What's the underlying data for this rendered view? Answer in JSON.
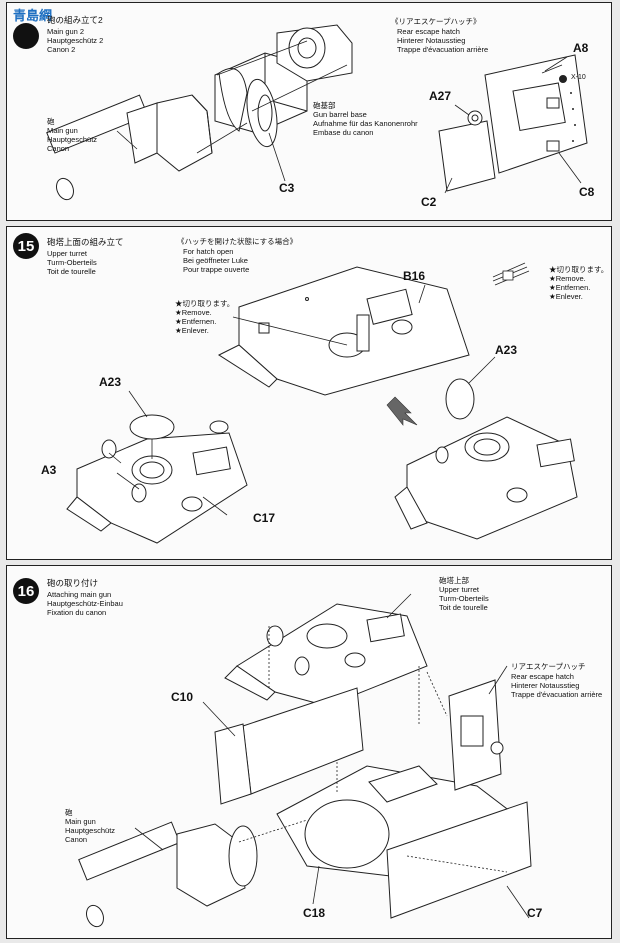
{
  "watermark": {
    "glyphs": "青島網",
    "color": "#1e6fc1"
  },
  "step14": {
    "heading_jp": "砲の組み立て2",
    "heading_en": "Main gun 2",
    "heading_de": "Hauptgeschütz 2",
    "heading_fr": "Canon 2",
    "gun_jp": "砲",
    "gun_en": "Main gun",
    "gun_de": "Hauptgeschütz",
    "gun_fr": "Canon",
    "base_jp": "砲基部",
    "base_en": "Gun barrel base",
    "base_de": "Aufnahme für das Kanonenrohr",
    "base_fr": "Embase du canon",
    "hatch_jp": "《リアエスケープハッチ》",
    "hatch_en": "Rear escape hatch",
    "hatch_de": "Hinterer Notausstieg",
    "hatch_fr": "Trappe d'évacuation arrière",
    "parts": {
      "c3": "C3",
      "a8": "A8",
      "a27": "A27",
      "x10": "X-10",
      "c2": "C2",
      "c8": "C8"
    }
  },
  "step15": {
    "number": "15",
    "heading_jp": "砲塔上面の組み立て",
    "heading_en": "Upper turret",
    "heading_de": "Turm-Oberteils",
    "heading_fr": "Toit de tourelle",
    "open_jp": "《ハッチを開けた状態にする場合》",
    "open_en": "For hatch open",
    "open_de": "Bei geöffneter Luke",
    "open_fr": "Pour trappe ouverte",
    "remove_jp": "★切り取ります。",
    "remove_en": "★Remove.",
    "remove_de": "★Entfernen.",
    "remove_fr": "★Enlever.",
    "parts": {
      "b16": "B16",
      "a23a": "A23",
      "a23b": "A23",
      "a3": "A3",
      "c17": "C17"
    }
  },
  "step16": {
    "number": "16",
    "heading_jp": "砲の取り付け",
    "heading_en": "Attaching main gun",
    "heading_de": "Hauptgeschütz-Einbau",
    "heading_fr": "Fixation du canon",
    "upper_jp": "砲塔上部",
    "upper_en": "Upper turret",
    "upper_de": "Turm-Oberteils",
    "upper_fr": "Toit de tourelle",
    "hatch_jp": "リアエスケープハッチ",
    "hatch_en": "Rear escape hatch",
    "hatch_de": "Hinterer Notausstieg",
    "hatch_fr": "Trappe d'évacuation arrière",
    "gun_jp": "砲",
    "gun_en": "Main gun",
    "gun_de": "Hauptgeschütz",
    "gun_fr": "Canon",
    "parts": {
      "c10": "C10",
      "c18": "C18",
      "c7": "C7"
    }
  }
}
